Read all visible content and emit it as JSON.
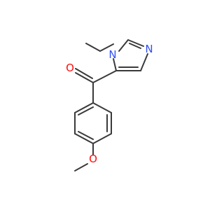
{
  "molecule": {
    "atoms": {
      "carbonyl_oxygen": "O",
      "ring_nitrogen_methyl": "N",
      "ring_nitrogen": "N",
      "ether_oxygen": "O"
    }
  },
  "colors": {
    "bond": "#3a3a3a",
    "oxygen": "#ff0d0d",
    "nitrogen": "#3050f8",
    "background": "#ffffff"
  }
}
